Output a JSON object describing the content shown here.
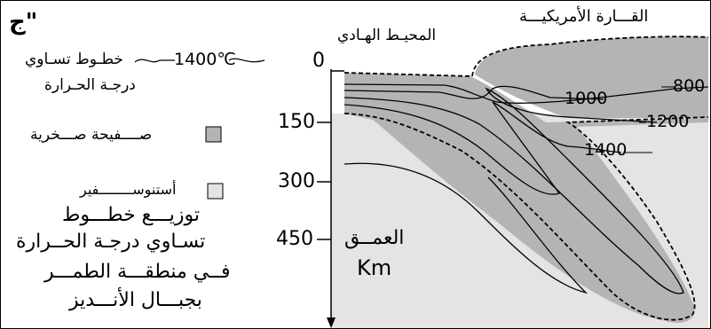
{
  "figure_label": "ج\"",
  "legend": {
    "isotherm_value": "1400℃",
    "isotherm_label_line1": "خطـوط تسـاوي",
    "isotherm_label_line2": "درجـة الحـرارة",
    "plate_label": "صــــفيحة صـــخرية",
    "asthenosphere_label": "أستنوســــــــفير"
  },
  "caption": {
    "line1": "توزيـــع خطـــوط",
    "line2": "تسـاوي درجـة الحــرارة",
    "line3": "فــي منطقـــة الطمـــر",
    "line4": "بجبـــال الأنـــديز"
  },
  "ocean_label": "المحيـط الهـادي",
  "continent_label": "القـــارة الأمريكيـــة",
  "depth_axis": {
    "title": "العمــق",
    "unit": "Km",
    "ticks": [
      "0",
      "150",
      "300",
      "450"
    ]
  },
  "isotherm_labels": [
    "800",
    "1000",
    "1200",
    "1400"
  ],
  "colors": {
    "plate_fill": "#b4b4b4",
    "asthenosphere_fill": "#e4e4e4",
    "line": "#000000"
  }
}
